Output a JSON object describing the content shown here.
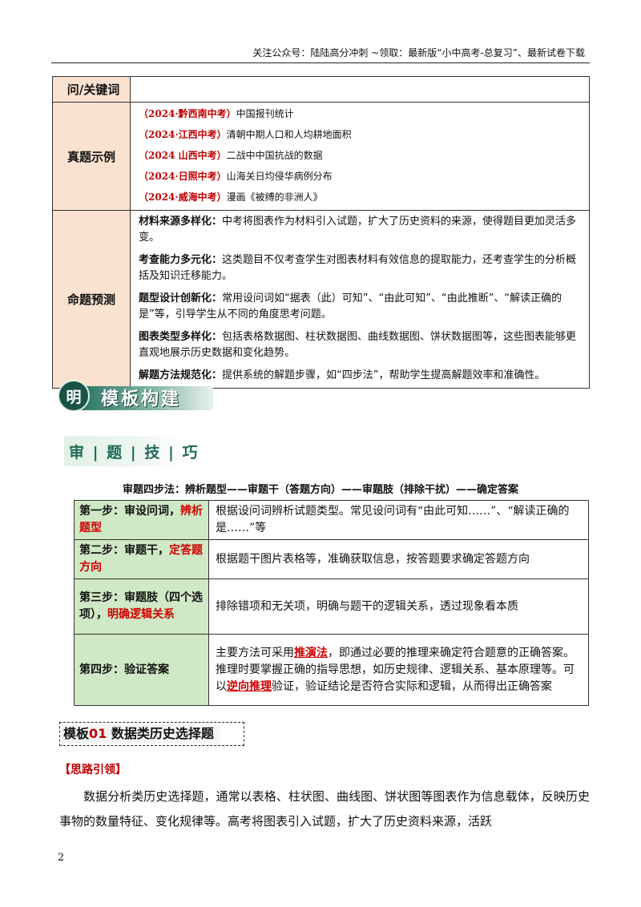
{
  "header": {
    "text": "关注公众号：陆陆高分冲刺 ~领取：最新版“小中高考-总复习”、最新试卷下载"
  },
  "top_table": {
    "keyword_label": "问/关键词",
    "keyword_value": "",
    "examples_label": "真题示例",
    "examples": [
      {
        "tag": "（2024·黔西南中考）",
        "desc": "中国报刊统计"
      },
      {
        "tag": "（2024·江西中考）",
        "desc": "清朝中期人口和人均耕地面积"
      },
      {
        "tag": "（2024 山西中考）",
        "desc": "二战中中国抗战的数据"
      },
      {
        "tag": "（2024·日照中考）",
        "desc": "山海关日均侵华病例分布"
      },
      {
        "tag": "（2024·威海中考）",
        "desc": "漫画《被缚的非洲人》"
      }
    ],
    "prediction_label": "命题预测",
    "predictions": [
      {
        "title": "材料来源多样化：",
        "text": "中考将图表作为材料引入试题，扩大了历史资料的来源，使得题目更加灵活多变。"
      },
      {
        "title": "考查能力多元化：",
        "text": "这类题目不仅考查学生对图表材料有效信息的提取能力，还考查学生的分析概括及知识迁移能力。"
      },
      {
        "title": "题型设计创新化：",
        "text": "常用设问词如“据表（此）可知”、“由此可知”、“由此推断”、“解读正确的是”等，引导学生从不同的角度思考问题。"
      },
      {
        "title": "图表类型多样化：",
        "text": "包括表格数据图、柱状数据图、曲线数据图、饼状数据图等，这些图表能够更直观地展示历史数据和变化趋势。"
      },
      {
        "title": "解题方法规范化：",
        "text": "提供系统的解题步骤，如“四步法”，帮助学生提高解题效率和准确性。"
      }
    ]
  },
  "banner": {
    "circle_char": "明",
    "title": "模板构建"
  },
  "tabbar": {
    "title": "审 | 题 | 技 | 巧"
  },
  "four_step_title": "审题四步法：辨析题型——审题干（答题方向）——审题肢（排除干扰）——确定答案",
  "steps": [
    {
      "label_a": "第一步：审设问词，",
      "label_red": "辨析题型",
      "label_b": "",
      "text_a": "根据设问词辨析试题类型。常见设问词有“由此可知……”、“解读正确的是……”等",
      "hl1": "",
      "text_b": "",
      "hl2": "",
      "text_c": ""
    },
    {
      "label_a": "第二步：审题干，",
      "label_red": "定答题方向",
      "label_b": "",
      "text_a": "根据题干图片表格等，准确获取信息，按答题要求确定答题方向",
      "hl1": "",
      "text_b": "",
      "hl2": "",
      "text_c": ""
    },
    {
      "label_a": "第三步：审题肢（四个选项），",
      "label_red": "明确逻辑关系",
      "label_b": "",
      "text_a": "排除错项和无关项，明确与题干的逻辑关系，透过现象看本质",
      "hl1": "",
      "text_b": "",
      "hl2": "",
      "text_c": ""
    },
    {
      "label_a": "第四步：验证答案",
      "label_red": "",
      "label_b": "",
      "text_a": "主要方法可采用",
      "hl1": "推演法",
      "text_b": "，即通过必要的推理来确定符合题意的正确答案。推理时要掌握正确的指导思想，如历史规律、逻辑关系、基本原理等。可以",
      "hl2": "逆向推理",
      "text_c": "验证，验证结论是否符合实际和逻辑，从而得出正确答案"
    }
  ],
  "template": {
    "prefix": "模板",
    "num": "01",
    "title": "数据类历史选择题"
  },
  "idea_heading": "【思路引领】",
  "body_paragraph": "数据分析类历史选择题，通常以表格、柱状图、曲线图、饼状图等图表作为信息载体，反映历史事物的数量特征、变化规律等。高考将图表引入试题，扩大了历史资料来源，活跃",
  "page_number": "2"
}
